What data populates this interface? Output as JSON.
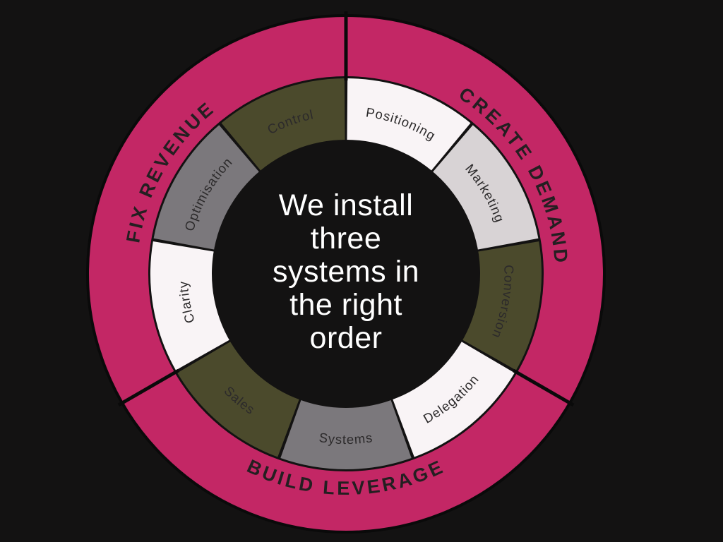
{
  "diagram": {
    "type": "donut-wheel",
    "center_text": {
      "lines": [
        "We install",
        "three",
        "systems in",
        "the right",
        "order"
      ]
    },
    "phases": [
      {
        "label": "CREATE DEMAND",
        "start_deg": 0,
        "end_deg": 120
      },
      {
        "label": "BUILD LEVERAGE",
        "start_deg": 120,
        "end_deg": 240
      },
      {
        "label": "FIX REVENUE",
        "start_deg": 240,
        "end_deg": 360
      }
    ],
    "segments": [
      {
        "label": "Positioning",
        "color_key": "white_segment"
      },
      {
        "label": "Marketing",
        "color_key": "light_gray"
      },
      {
        "label": "Conversion",
        "color_key": "olive"
      },
      {
        "label": "Delegation",
        "color_key": "white_segment"
      },
      {
        "label": "Systems",
        "color_key": "gray"
      },
      {
        "label": "Sales",
        "color_key": "olive"
      },
      {
        "label": "Clarity",
        "color_key": "white_segment"
      },
      {
        "label": "Optimisation",
        "color_key": "gray"
      },
      {
        "label": "Control",
        "color_key": "olive"
      }
    ],
    "colors": {
      "background": "#131212",
      "ring_pink": "#C32765",
      "olive": "#4B4A2C",
      "gray": "#7B787C",
      "light_gray": "#D8D3D5",
      "white_segment": "#F9F4F6",
      "divider": "#0A0A0A",
      "outline": "#0A0A0A",
      "center_text": "#FFFFFF",
      "phase_label_text": "#241F21",
      "segment_label_text": "#2C2A2B"
    }
  }
}
